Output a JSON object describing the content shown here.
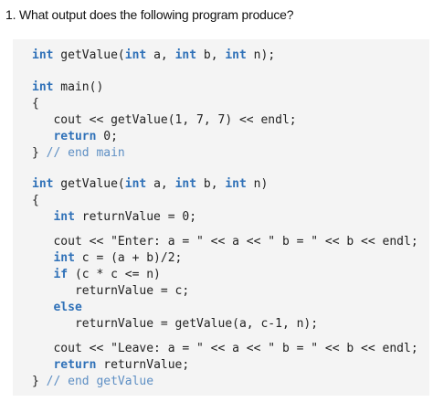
{
  "question": {
    "text": "1. What output does the following program produce?"
  },
  "code": {
    "lines": [
      {
        "indent": "",
        "tokens": [
          {
            "t": "int",
            "k": "kw"
          },
          {
            "t": " getValue(",
            "k": "plain"
          },
          {
            "t": "int",
            "k": "kw"
          },
          {
            "t": " a, ",
            "k": "plain"
          },
          {
            "t": "int",
            "k": "kw"
          },
          {
            "t": " b, ",
            "k": "plain"
          },
          {
            "t": "int",
            "k": "kw"
          },
          {
            "t": " n);",
            "k": "plain"
          }
        ]
      },
      {
        "indent": "",
        "tokens": [
          {
            "t": "int",
            "k": "kw"
          },
          {
            "t": " main()",
            "k": "plain"
          }
        ]
      },
      {
        "indent": "",
        "tokens": [
          {
            "t": "{",
            "k": "plain"
          }
        ]
      },
      {
        "indent": "   ",
        "tokens": [
          {
            "t": "cout << getValue(1, 7, 7) << endl;",
            "k": "plain"
          }
        ]
      },
      {
        "indent": "   ",
        "tokens": [
          {
            "t": "return",
            "k": "kw"
          },
          {
            "t": " 0;",
            "k": "plain"
          }
        ]
      },
      {
        "indent": "",
        "tokens": [
          {
            "t": "} ",
            "k": "plain"
          },
          {
            "t": "// end main",
            "k": "cm"
          }
        ]
      },
      {
        "indent": "",
        "tokens": [
          {
            "t": "int",
            "k": "kw"
          },
          {
            "t": " getValue(",
            "k": "plain"
          },
          {
            "t": "int",
            "k": "kw"
          },
          {
            "t": " a, ",
            "k": "plain"
          },
          {
            "t": "int",
            "k": "kw"
          },
          {
            "t": " b, ",
            "k": "plain"
          },
          {
            "t": "int",
            "k": "kw"
          },
          {
            "t": " n)",
            "k": "plain"
          }
        ]
      },
      {
        "indent": "",
        "tokens": [
          {
            "t": "{",
            "k": "plain"
          }
        ]
      },
      {
        "indent": "   ",
        "tokens": [
          {
            "t": "int",
            "k": "kw"
          },
          {
            "t": " returnValue = 0;",
            "k": "plain"
          }
        ]
      },
      {
        "indent": "   ",
        "tokens": [
          {
            "t": "cout << \"Enter: a = \" << a << \" b = \" << b << endl;",
            "k": "plain"
          }
        ]
      },
      {
        "indent": "   ",
        "tokens": [
          {
            "t": "int",
            "k": "kw"
          },
          {
            "t": " c = (a + b)/2;",
            "k": "plain"
          }
        ]
      },
      {
        "indent": "   ",
        "tokens": [
          {
            "t": "if",
            "k": "kw"
          },
          {
            "t": " (c * c <= n)",
            "k": "plain"
          }
        ]
      },
      {
        "indent": "      ",
        "tokens": [
          {
            "t": "returnValue = c;",
            "k": "plain"
          }
        ]
      },
      {
        "indent": "   ",
        "tokens": [
          {
            "t": "else",
            "k": "kw"
          }
        ]
      },
      {
        "indent": "      ",
        "tokens": [
          {
            "t": "returnValue = getValue(a, c-1, n);",
            "k": "plain"
          }
        ]
      },
      {
        "indent": "   ",
        "tokens": [
          {
            "t": "cout << \"Leave: a = \" << a << \" b = \" << b << endl;",
            "k": "plain"
          }
        ]
      },
      {
        "indent": "   ",
        "tokens": [
          {
            "t": "return",
            "k": "kw"
          },
          {
            "t": " returnValue;",
            "k": "plain"
          }
        ]
      },
      {
        "indent": "",
        "tokens": [
          {
            "t": "} ",
            "k": "plain"
          },
          {
            "t": "// end getValue",
            "k": "cm"
          }
        ]
      }
    ]
  },
  "colors": {
    "keyword": "#2f71b8",
    "comment": "#5e8fc4",
    "text": "#222222",
    "panel_background": "#f4f4f4"
  }
}
